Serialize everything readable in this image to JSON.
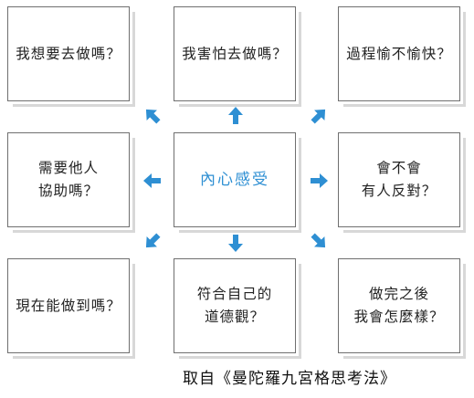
{
  "grid": {
    "top_left": "我想要去做嗎？",
    "top_center": "我害怕去做嗎？",
    "top_right": "過程愉不愉快？",
    "middle_left": "需要他人\n協助嗎？",
    "center": "內心感受",
    "middle_right": "會不會\n有人反對？",
    "bottom_left": "現在能做到嗎？",
    "bottom_center": "符合自己的\n道德觀？",
    "bottom_right": "做完之後\n我會怎麼樣？"
  },
  "caption": "取自《曼陀羅九宮格思考法》",
  "colors": {
    "accent": "#2e8fd3",
    "border": "#6f6f6f",
    "text": "#222222"
  }
}
